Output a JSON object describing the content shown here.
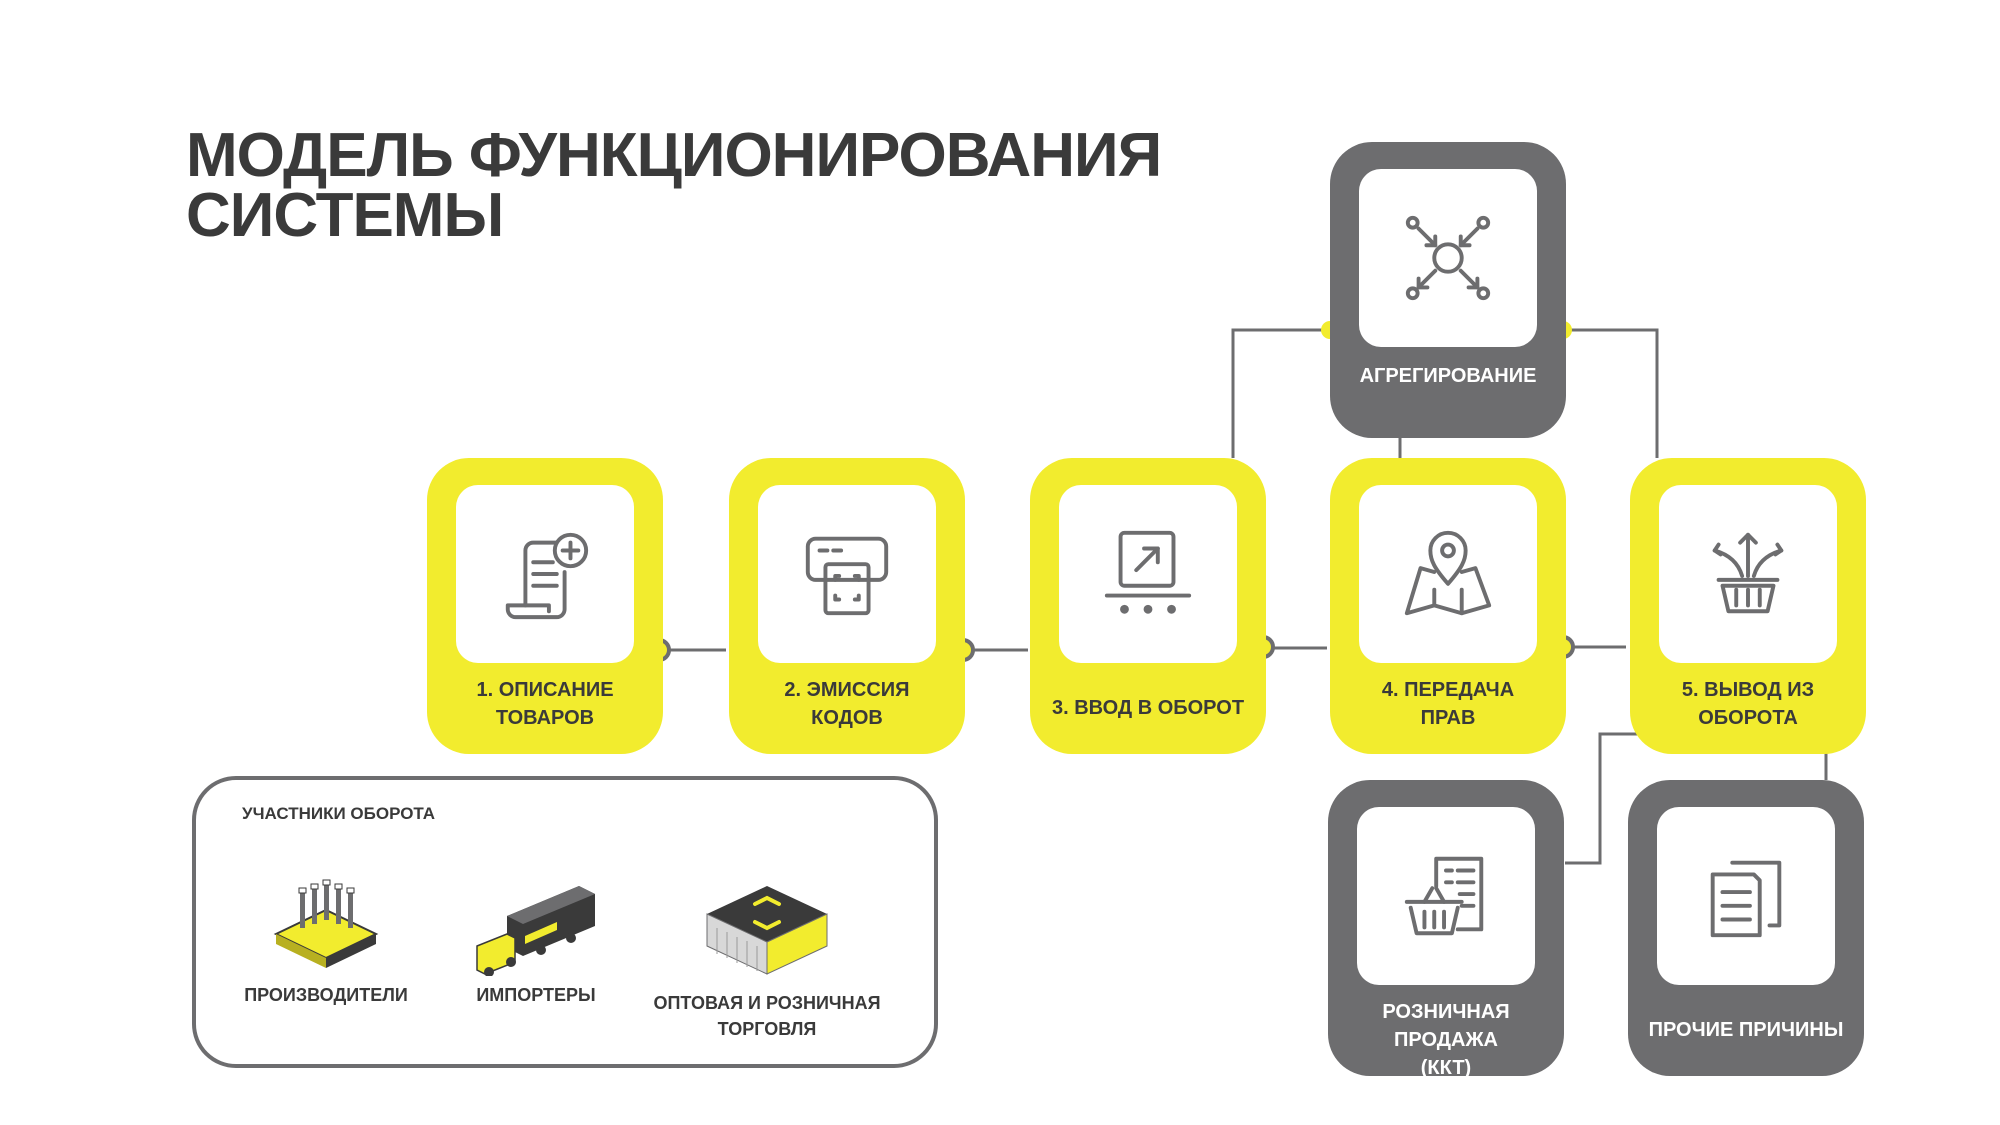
{
  "title": {
    "line1": "МОДЕЛЬ ФУНКЦИОНИРОВАНИЯ",
    "line2": "СИСТЕМЫ"
  },
  "colors": {
    "yellow": "#f2ec2e",
    "gray": "#6d6d6f",
    "text": "#3a3a3a",
    "card": "#ffffff"
  },
  "steps": [
    {
      "label": "1. ОПИСАНИЕ\nТОВАРОВ",
      "icon": "document-add-icon"
    },
    {
      "label": "2. ЭМИССИЯ\nКОДОВ",
      "icon": "printer-icon"
    },
    {
      "label": "3. ВВОД В ОБОРОТ",
      "icon": "conveyor-box-icon"
    },
    {
      "label": "4. ПЕРЕДАЧА\nПРАВ",
      "icon": "map-pin-icon"
    },
    {
      "label": "5. ВЫВОД ИЗ\nОБОРОТА",
      "icon": "basket-arrows-icon"
    }
  ],
  "aggregation": {
    "label": "АГРЕГИРОВАНИЕ",
    "icon": "aggregation-icon"
  },
  "outcomes": [
    {
      "label": "РОЗНИЧНАЯ ПРОДАЖА\n(ККТ)",
      "icon": "receipt-basket-icon"
    },
    {
      "label": "ПРОЧИЕ ПРИЧИНЫ",
      "icon": "documents-icon"
    }
  ],
  "participants": {
    "title": "УЧАСТНИКИ ОБОРОТА",
    "items": [
      {
        "label": "ПРОИЗВОДИТЕЛИ",
        "icon": "factory-icon"
      },
      {
        "label": "ИМПОРТЕРЫ",
        "icon": "truck-icon"
      },
      {
        "label": "ОПТОВАЯ И РОЗНИЧНАЯ\nТОРГОВЛЯ",
        "icon": "warehouse-icon"
      }
    ]
  }
}
